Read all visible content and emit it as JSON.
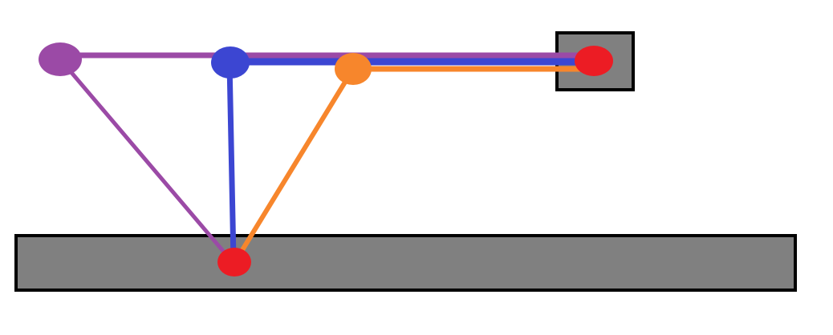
{
  "colors": {
    "background": "#ffffff",
    "block_fill": "#808080",
    "block_stroke": "#000000",
    "purple": "#9b4aa6",
    "blue": "#3c46d2",
    "orange": "#f7862c",
    "red": "#ec1c24"
  },
  "blocks": [
    {
      "name": "ground-block",
      "shape": "rectangle",
      "fill": "block_fill"
    },
    {
      "name": "anchor-block",
      "shape": "square",
      "fill": "block_fill"
    }
  ],
  "pivots": [
    {
      "name": "ground-pivot",
      "color": "red",
      "shape": "ellipse"
    },
    {
      "name": "anchor-pivot",
      "color": "red",
      "shape": "ellipse"
    }
  ],
  "joints": [
    {
      "name": "purple-joint",
      "color": "purple",
      "shape": "ellipse"
    },
    {
      "name": "blue-joint",
      "color": "blue",
      "shape": "ellipse"
    },
    {
      "name": "orange-joint",
      "color": "orange",
      "shape": "ellipse"
    }
  ],
  "links": [
    {
      "name": "purple-link-to-ground",
      "color": "purple",
      "from": "purple-joint",
      "to": "ground-pivot"
    },
    {
      "name": "blue-link-to-ground",
      "color": "blue",
      "from": "blue-joint",
      "to": "ground-pivot"
    },
    {
      "name": "orange-link-to-ground",
      "color": "orange",
      "from": "orange-joint",
      "to": "ground-pivot"
    },
    {
      "name": "purple-link-to-anchor",
      "color": "purple",
      "from": "purple-joint",
      "to": "anchor-pivot"
    },
    {
      "name": "blue-link-to-anchor",
      "color": "blue",
      "from": "blue-joint",
      "to": "anchor-pivot"
    },
    {
      "name": "orange-link-to-anchor",
      "color": "orange",
      "from": "orange-joint",
      "to": "anchor-pivot"
    }
  ]
}
